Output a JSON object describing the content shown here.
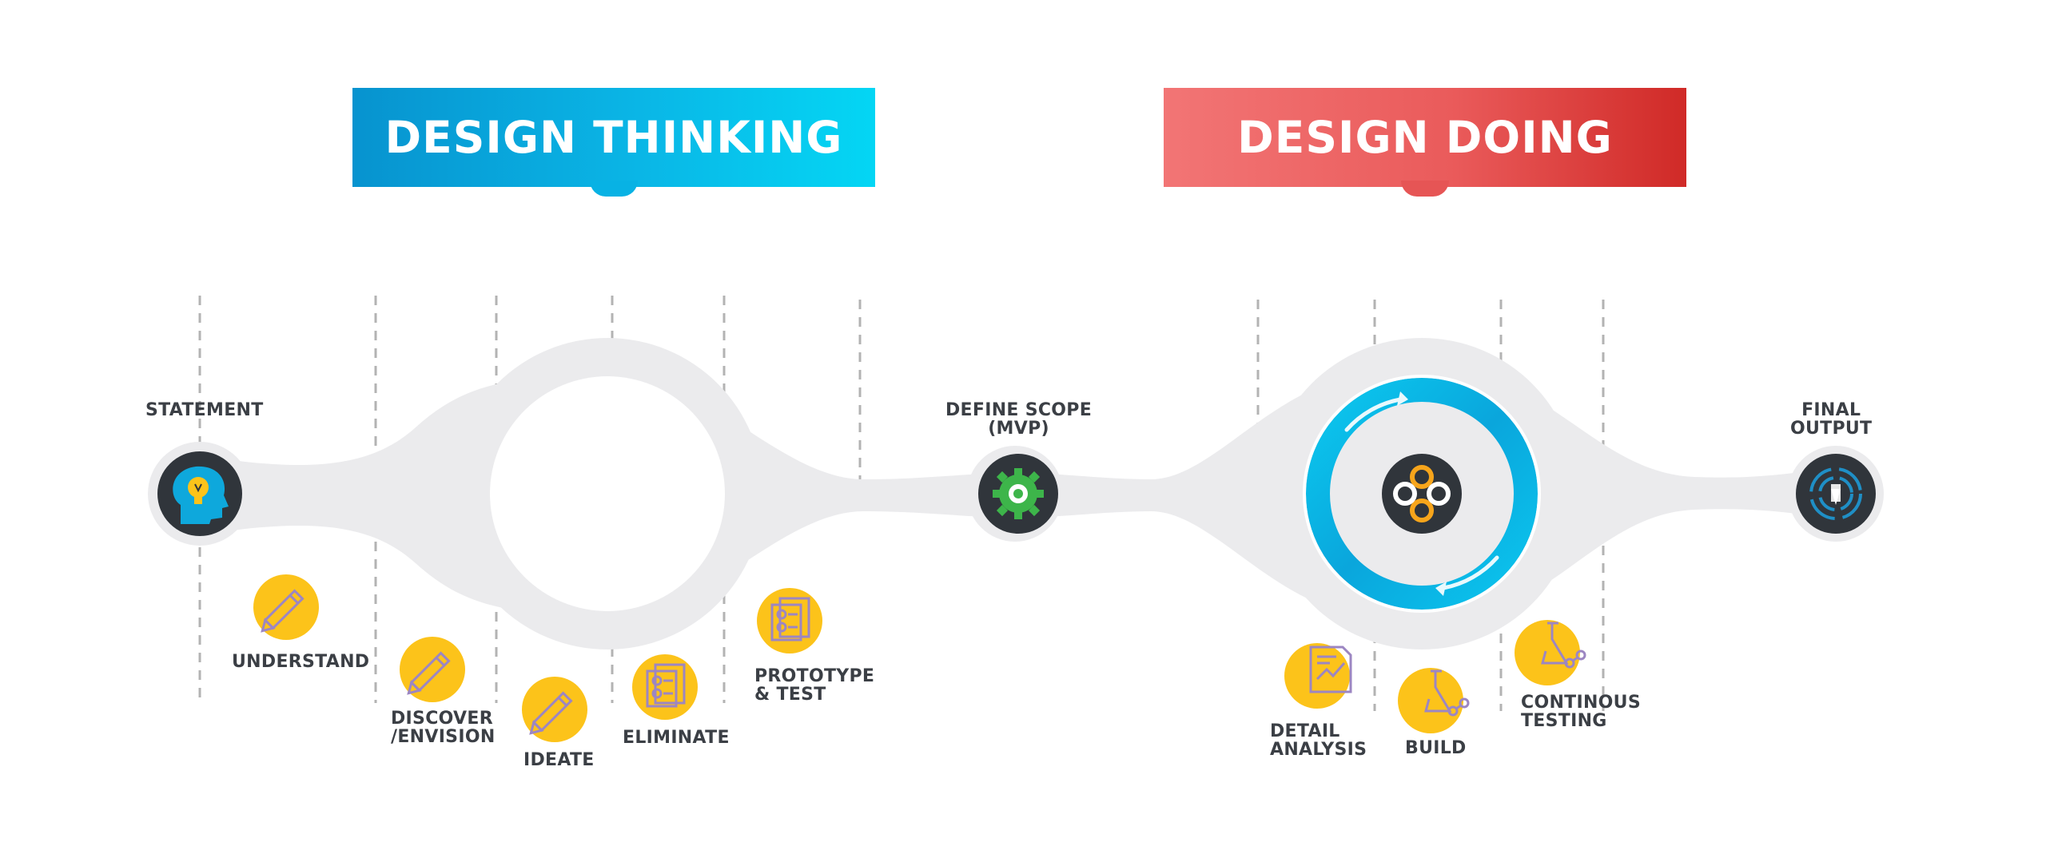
{
  "banners": {
    "thinking": "DESIGN THINKING",
    "doing": "DESIGN DOING"
  },
  "milestones": {
    "statement": "STATEMENT",
    "define_scope": [
      "DEFINE SCOPE",
      "(MVP)"
    ],
    "final_output": [
      "FINAL",
      "OUTPUT"
    ]
  },
  "thinking_steps": {
    "understand": [
      "UNDERSTAND"
    ],
    "discover": [
      "DISCOVER",
      "/ENVISION"
    ],
    "ideate": [
      "IDEATE"
    ],
    "eliminate": [
      "ELIMINATE"
    ],
    "prototype": [
      "PROTOTYPE",
      "& TEST"
    ]
  },
  "doing_steps": {
    "detail_analysis": [
      "DETAIL",
      "ANALYSIS"
    ],
    "build": [
      "BUILD"
    ],
    "continous_testing": [
      "CONTINOUS",
      "TESTING"
    ]
  },
  "colors": {
    "thinking_blue": "#08b2e4",
    "doing_red": "#e65555",
    "step_yellow": "#fcc31a",
    "node_dark": "#30353b",
    "track_gray": "#ebebed",
    "ring_blue": "#10aee0",
    "text_dark": "#3b3f45"
  },
  "icons": {
    "statement": "head-lightbulb-icon",
    "define_scope": "gear-icon",
    "design_doing_hub": "four-rings-icon",
    "final_output": "target-icon",
    "understand": "pencil-icon",
    "discover": "pencil-icon",
    "ideate": "pencil-icon",
    "eliminate": "document-board-icon",
    "prototype": "document-board-icon",
    "detail_analysis": "report-chart-icon",
    "build": "flask-icon",
    "continous_testing": "flask-icon"
  }
}
